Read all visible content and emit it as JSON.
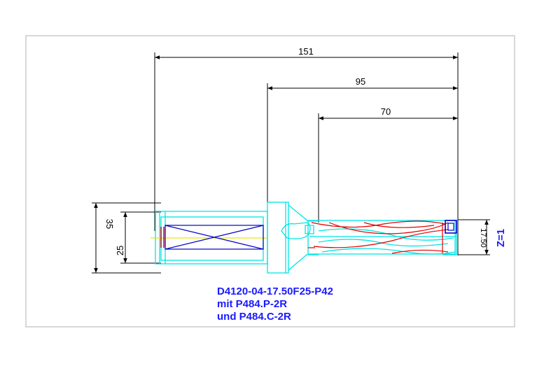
{
  "drawing": {
    "dimensions": {
      "overall_length": "151",
      "body_length": "95",
      "flute_length": "70",
      "shank_outer_diameter": "35",
      "shank_diameter": "25",
      "drill_diameter": "17.50"
    },
    "z_label": "Z=1",
    "caption": {
      "line1": "D4120-04-17.50F25-P42",
      "line2": "mit P484.P-2R",
      "line3": "und P484.C-2R"
    },
    "colors": {
      "outline": "#00e5e5",
      "flute": "#e00000",
      "insert": "#0000cc",
      "centerline": "#e6e600",
      "dimension": "#000000",
      "caption": "#1a1aff",
      "frame": "#b0b0b0"
    }
  }
}
